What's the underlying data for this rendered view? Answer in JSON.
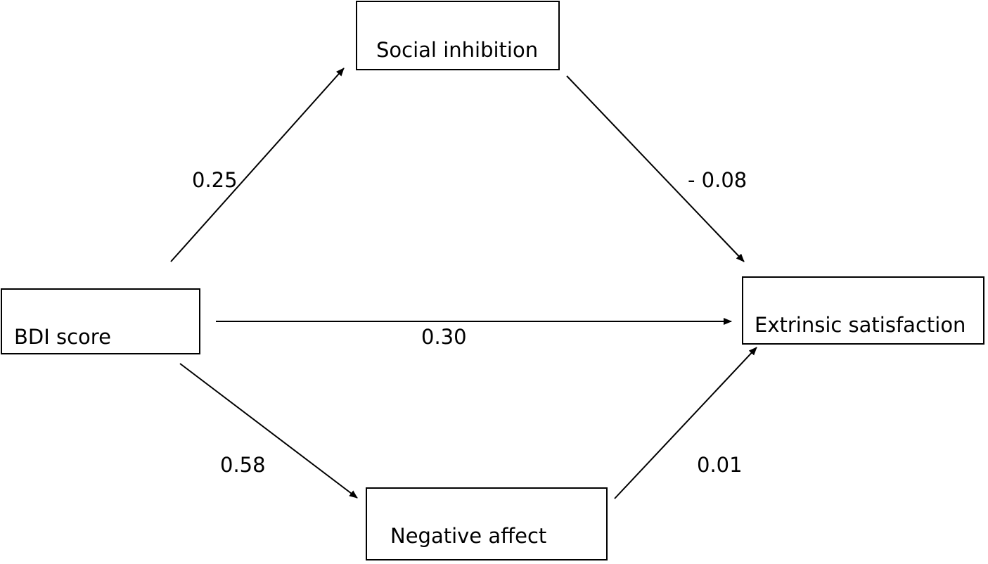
{
  "diagram": {
    "nodes": {
      "bdi": {
        "label": "BDI score"
      },
      "social": {
        "label": "Social inhibition"
      },
      "negative": {
        "label": "Negative affect"
      },
      "extrinsic": {
        "label": "Extrinsic satisfaction"
      }
    },
    "edges": {
      "bdi_social": {
        "from": "BDI score",
        "to": "Social inhibition",
        "coefficient": "0.25"
      },
      "social_extrinsic": {
        "from": "Social inhibition",
        "to": "Extrinsic satisfaction",
        "coefficient": "- 0.08"
      },
      "bdi_extrinsic": {
        "from": "BDI score",
        "to": "Extrinsic satisfaction",
        "coefficient": "0.30"
      },
      "bdi_negative": {
        "from": "BDI score",
        "to": "Negative affect",
        "coefficient": "0.58"
      },
      "negative_extrinsic": {
        "from": "Negative affect",
        "to": "Extrinsic satisfaction",
        "coefficient": "0.01"
      }
    },
    "colors": {
      "stroke": "#000000",
      "background": "#ffffff"
    }
  }
}
